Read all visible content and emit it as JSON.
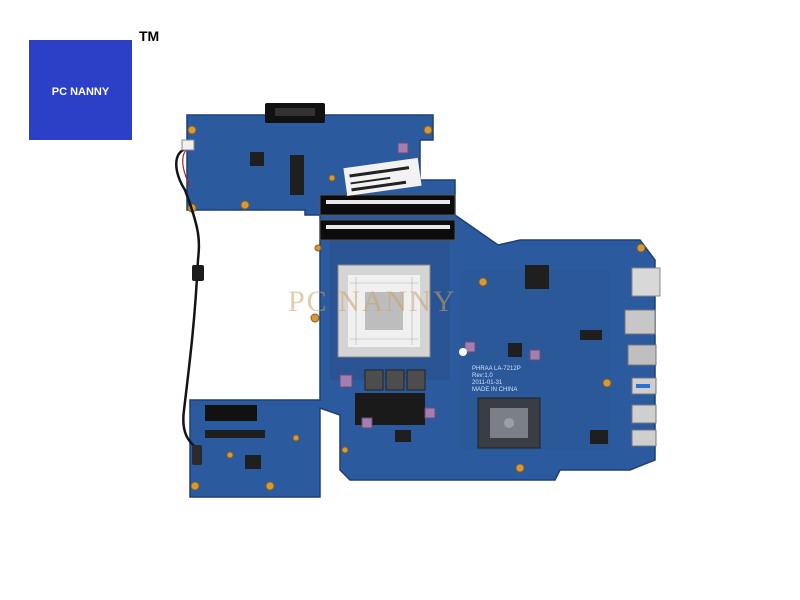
{
  "brand": {
    "logo_text": "PC NANNY",
    "trademark": "TM",
    "watermark": "PC NANNY",
    "colors": {
      "logo_bg": "#2b3fc7",
      "board": "#2c5a9e"
    }
  },
  "board_silkscreen": {
    "model": "PHRAA LA-7212P",
    "rev": "Rev:1.0",
    "date": "2011-01-31",
    "origin": "MADE IN CHINA"
  }
}
